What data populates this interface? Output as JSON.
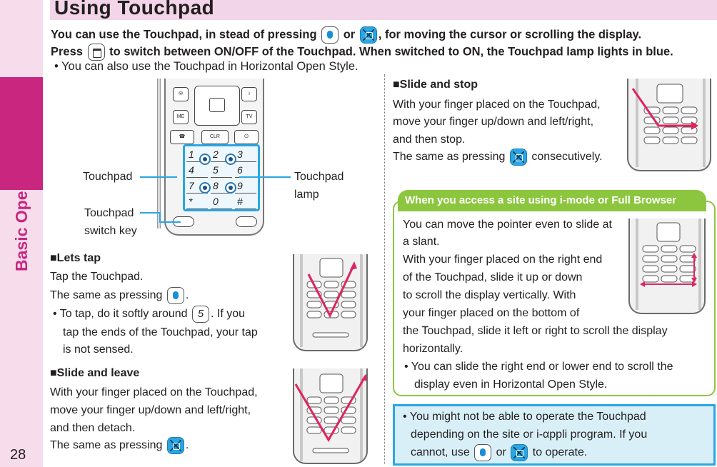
{
  "side": {
    "section": "Basic Operation",
    "page": "28"
  },
  "title": "Using Touchpad",
  "intro": {
    "line1_a": "You can use the Touchpad, in stead of pressing",
    "line1_or": "or",
    "line1_b": ", for moving the cursor or scrolling the display.",
    "line2_a": "Press",
    "line2_b": "to switch between ON/OFF of the Touchpad. When switched to ON, the Touchpad lamp lights in blue.",
    "bullet": "• You can also use the Touchpad in Horizontal Open Style."
  },
  "figure": {
    "touchpad": "Touchpad",
    "lamp_1": "Touchpad",
    "lamp_2": "lamp",
    "switch_1": "Touchpad",
    "switch_2": "switch key",
    "keys": [
      "1",
      "2",
      "3",
      "4",
      "5",
      "6",
      "7",
      "8",
      "9",
      "*",
      "0",
      "#"
    ]
  },
  "lets_tap": {
    "title": "■Lets tap",
    "line1": "Tap the Touchpad.",
    "line2": "The same as pressing",
    "bullet_a": "• To tap, do it softly around",
    "key5": "5",
    "bullet_b": ". If you",
    "bullet_c": "tap the ends of the Touchpad, your tap",
    "bullet_d": "is not sensed."
  },
  "slide_leave": {
    "title": "■Slide and leave",
    "line1": "With your finger placed on the Touchpad,",
    "line2": "move your finger up/down and left/right,",
    "line3": "and then detach.",
    "line4": "The same as pressing"
  },
  "slide_stop": {
    "title": "■Slide and stop",
    "line1": "With your finger placed on the Touchpad,",
    "line2": "move your finger up/down and left/right,",
    "line3": "and then stop.",
    "line4": "The same as pressing",
    "line4_end": "consecutively."
  },
  "imode": {
    "header": "When you access a site using i-mode or Full Browser",
    "lines": [
      "You can move the pointer even to slide at",
      "a slant.",
      "With your finger placed on the right end",
      "of the Touchpad, slide it up or down",
      "to scroll the display vertically. With",
      "your finger placed on the bottom of",
      "the Touchpad, slide it left or right to scroll the display",
      "horizontally."
    ],
    "bullet_a": "• You can slide the right end or lower end to scroll the",
    "bullet_b": "display even in Horizontal Open Style."
  },
  "note": {
    "line1": "• You might not be able to operate the Touchpad",
    "line2": "depending on the site or i-αppli program. If you",
    "line3_a": "cannot, use",
    "line3_or": "or",
    "line3_b": "to operate."
  },
  "colors": {
    "accent": "#c8267f",
    "tab_bg": "#f7dcec",
    "title_bg": "#f2d5e8",
    "lamp_blue": "#29a6e3",
    "green": "#8cc63f",
    "note_bg": "#d9eff8",
    "arrow": "#e0245e"
  }
}
